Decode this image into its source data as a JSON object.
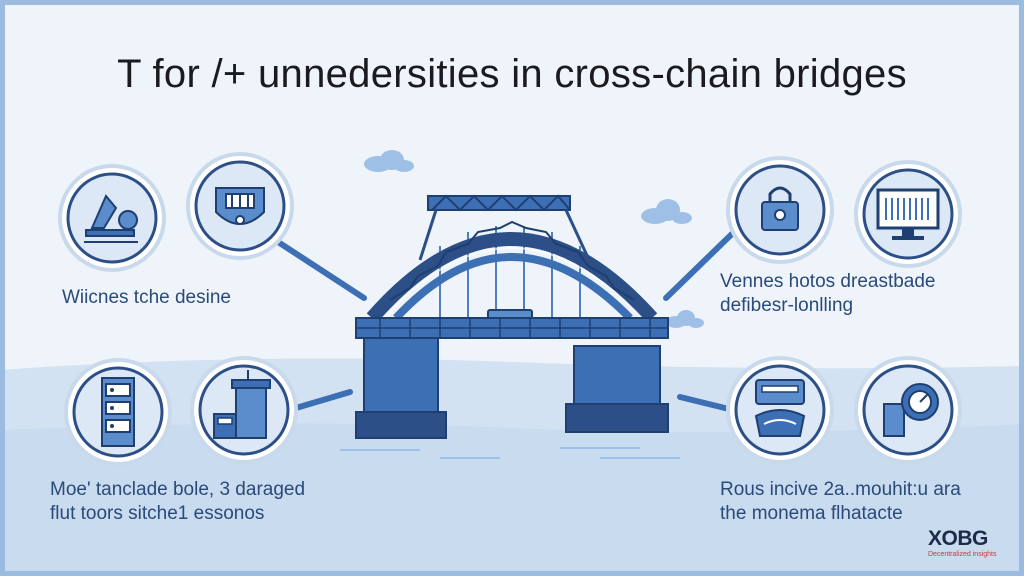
{
  "title": "T for /+ unnedersities in cross-chain bridges",
  "captions": {
    "top_left": [
      "Wiicnes tche desine"
    ],
    "top_right": [
      "Vennes hotos dreastbade",
      "defibesr-lonlling"
    ],
    "bottom_left": [
      "Moe' tanclade bole, 3 daraged",
      "flut toors sitche1 essonos"
    ],
    "bottom_right": [
      "Rous incive 2a..mouhit:u ara",
      "the monema flhatacte"
    ]
  },
  "icons": [
    {
      "name": "mining-icon"
    },
    {
      "name": "cpu-shield-icon"
    },
    {
      "name": "server-rack-icon"
    },
    {
      "name": "database-container-icon"
    },
    {
      "name": "padlock-icon"
    },
    {
      "name": "monitor-icon"
    },
    {
      "name": "payment-card-icon"
    },
    {
      "name": "gauge-icon"
    }
  ],
  "logo": {
    "main": "XOBG",
    "sub": "Decentralized insights"
  },
  "colors": {
    "primary": "#3d6fb5",
    "dark": "#2b4f86",
    "light": "#dce8f6",
    "water": "#c9dcef",
    "accent": "#c23b3b"
  }
}
